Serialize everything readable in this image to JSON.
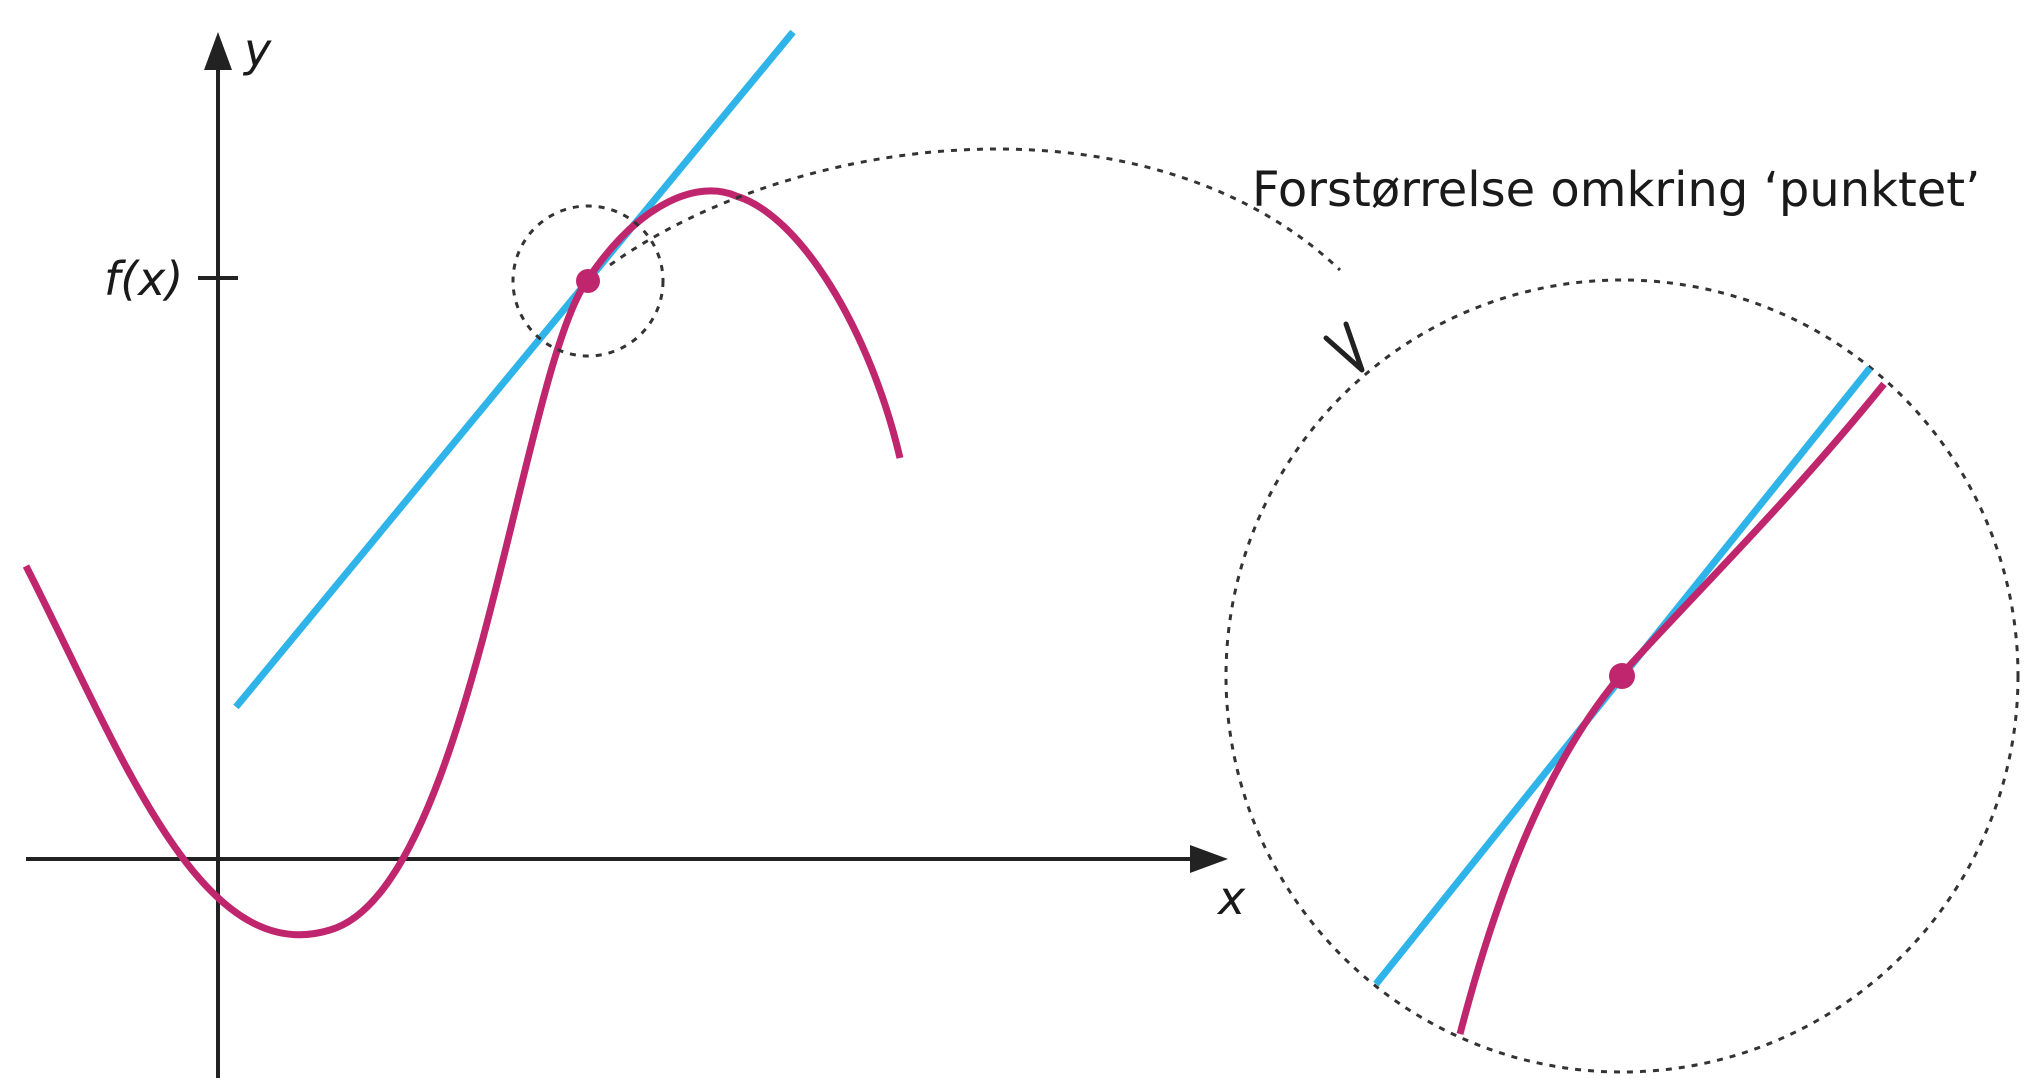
{
  "labels": {
    "y_axis": "y",
    "x_axis": "x",
    "fx_tick": "f(x)",
    "magnification_caption": "Forstørrelse omkring ‘punktet’"
  },
  "colors": {
    "curve": "#c0266e",
    "tangent": "#2fb4ea",
    "axes": "#222222",
    "dashed": "#333333"
  }
}
